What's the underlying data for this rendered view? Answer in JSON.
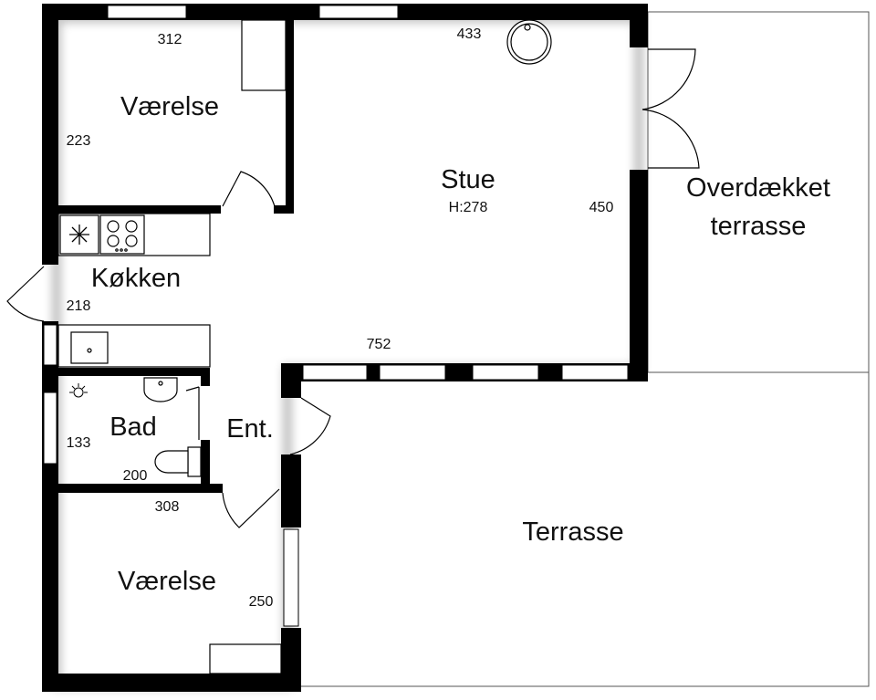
{
  "rooms": {
    "vaerelse_top": "Værelse",
    "stue": "Stue",
    "stue_height": "H:278",
    "overdaekket_line1": "Overdækket",
    "overdaekket_line2": "terrasse",
    "koekken": "Køkken",
    "bad": "Bad",
    "ent": "Ent.",
    "terrasse": "Terrasse",
    "vaerelse_bottom": "Værelse"
  },
  "dimensions": {
    "vaerelse_top_width": "312",
    "vaerelse_top_depth": "223",
    "stue_width": "433",
    "stue_depth": "450",
    "stue_bottom": "752",
    "koekken_width": "218",
    "bad_depth": "133",
    "bad_width": "200",
    "vaerelse_bottom_width": "308",
    "vaerelse_bottom_depth": "250"
  },
  "icons": {
    "freezer": "snowflake-icon",
    "hob": "cooktop-icon",
    "lamp": "lamp-icon"
  }
}
